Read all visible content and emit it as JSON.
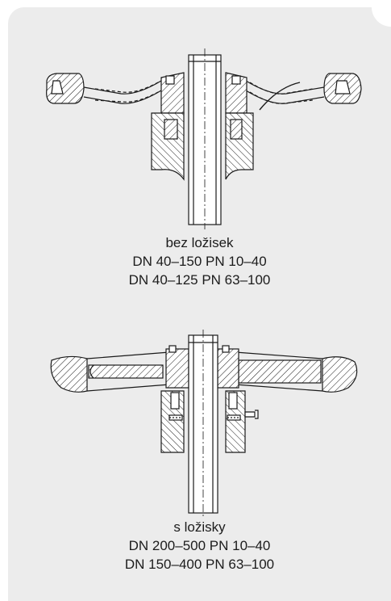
{
  "colors": {
    "panel": "#ececec",
    "line": "#1a1a1a",
    "section_fill": "#ffffff"
  },
  "figure_top": {
    "name": "bez ložisek",
    "spec_1": "DN 40–150 PN 10–40",
    "spec_2": "DN 40–125 PN 63–100"
  },
  "figure_bottom": {
    "name": "s ložisky",
    "spec_1": "DN 200–500 PN 10–40",
    "spec_2": "DN 150–400 PN 63–100"
  }
}
